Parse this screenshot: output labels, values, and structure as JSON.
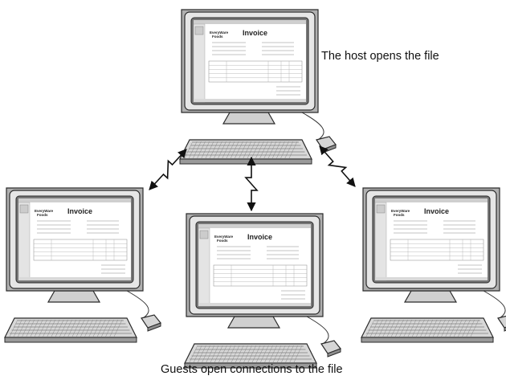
{
  "captions": {
    "host": "The host opens the file",
    "guests": "Guests open connections to the file"
  },
  "screen": {
    "logo_line1": "EveryWare",
    "logo_line2": "Foods",
    "title": "Invoice"
  },
  "colors": {
    "monitor_body": "#e6e6e6",
    "monitor_outline": "#2a2a2a",
    "screen_bg": "#ffffff",
    "arrow": "#111111"
  },
  "icons": {
    "monitor": "crt-monitor-icon",
    "keyboard": "keyboard-icon",
    "mouse": "mouse-icon",
    "connection": "zigzag-double-arrow-icon"
  }
}
